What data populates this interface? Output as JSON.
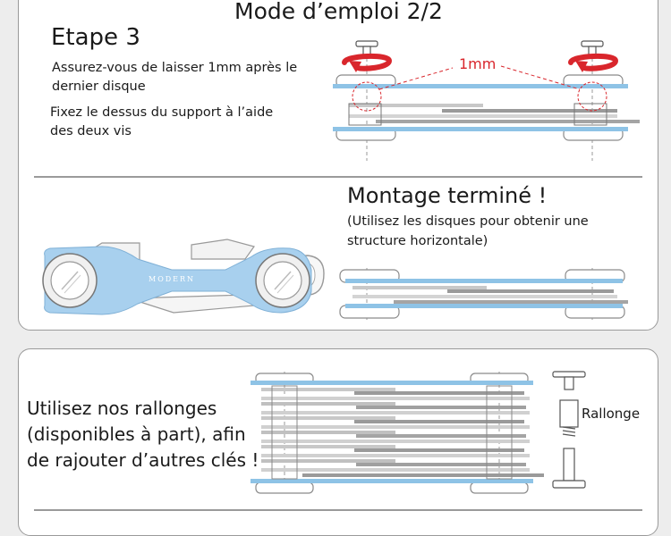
{
  "header": {
    "title": "Mode d’emploi 2/2"
  },
  "step3": {
    "title": "Etape 3",
    "line1": "Assurez-vous de laisser 1mm après le",
    "line2": "dernier disque",
    "line3": "Fixez le dessus du support à l’aide",
    "line4": "des deux vis",
    "measure_label": "1mm"
  },
  "done": {
    "title": "Montage terminé !",
    "line1": "(Utilisez les disques pour obtenir une",
    "line2": "structure horizontale)",
    "brand_logo": "MODERN"
  },
  "extension": {
    "line1": "Utilisez nos rallonges",
    "line2": "(disponibles à part), afin",
    "line3": "de rajouter d’autres clés !",
    "part_label": "Rallonge"
  },
  "colors": {
    "accent_blue": "#8ec3e6",
    "holder_blue": "#a8d0ee",
    "arrow_red": "#d9262c",
    "dimension_red": "#d9262c"
  }
}
